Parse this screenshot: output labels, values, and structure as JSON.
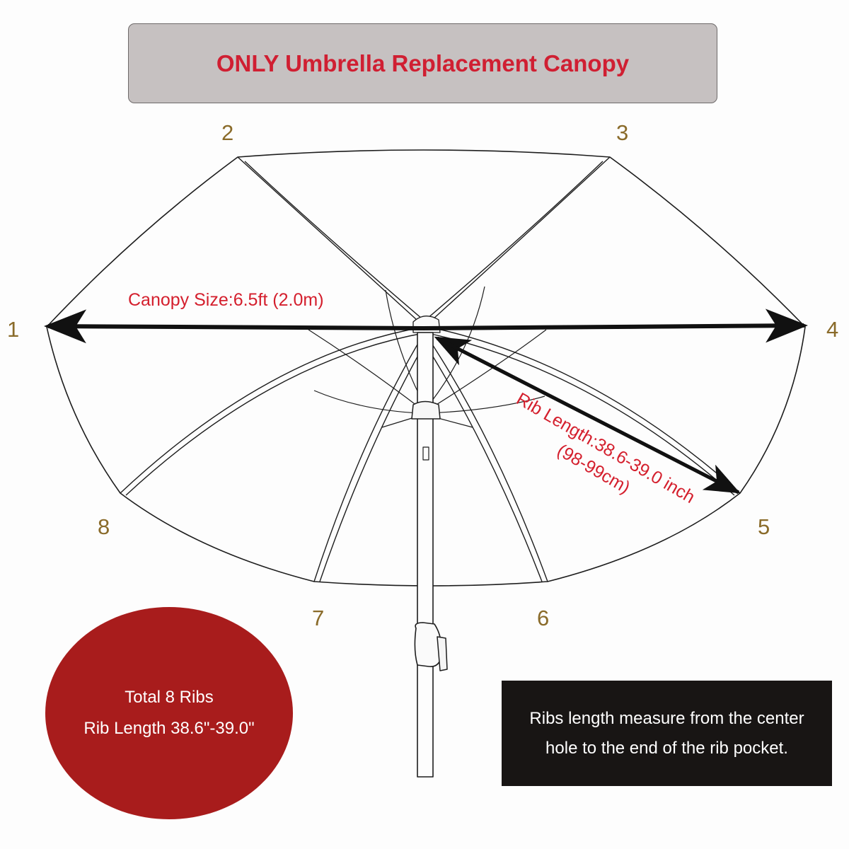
{
  "title": "ONLY Umbrella Replacement Canopy",
  "rib_numbers": {
    "n1": "1",
    "n2": "2",
    "n3": "3",
    "n4": "4",
    "n5": "5",
    "n6": "6",
    "n7": "7",
    "n8": "8"
  },
  "canopy_size_label": "Canopy Size:6.5ft (2.0m)",
  "rib_length_label": {
    "line1": "Rib Length:38.6-39.0 inch",
    "line2": "(98-99cm)"
  },
  "badge": {
    "line1": "Total 8 Ribs",
    "line2": "Rib Length 38.6\"-39.0\""
  },
  "note": {
    "line1": "Ribs length measure from the center",
    "line2": "hole to the end of the rib pocket."
  },
  "colors": {
    "title_text": "#d01f32",
    "banner_bg": "#c6c1c1",
    "annotation_text": "#d41f2d",
    "rib_number": "#8a6b2a",
    "badge_bg": "#a81c1c",
    "note_bg": "#181514"
  }
}
